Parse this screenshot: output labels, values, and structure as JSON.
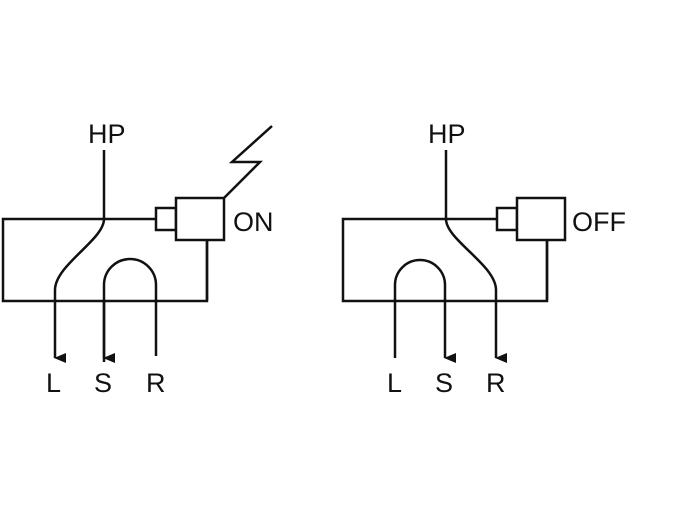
{
  "colors": {
    "stroke": "#111111",
    "background": "#ffffff"
  },
  "diagrams": [
    {
      "hp_label": "HP",
      "state_label": "ON",
      "ports": [
        "L",
        "S",
        "R"
      ]
    },
    {
      "hp_label": "HP",
      "state_label": "OFF",
      "ports": [
        "L",
        "S",
        "R"
      ]
    }
  ]
}
